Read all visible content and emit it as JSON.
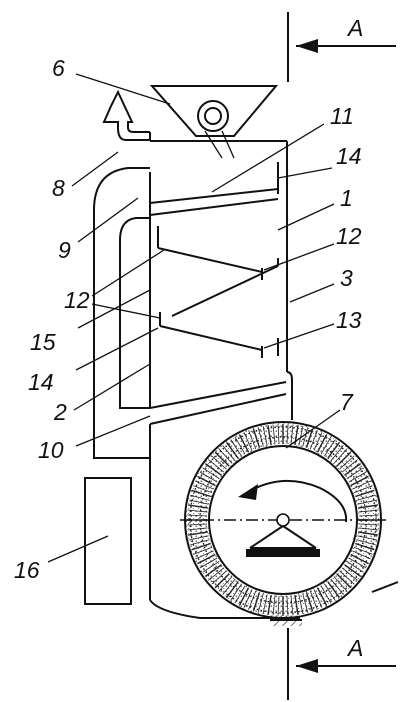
{
  "section_marks": {
    "top": "A",
    "bottom": "A"
  },
  "labels": {
    "l1": "1",
    "l2": "2",
    "l3": "3",
    "l6": "6",
    "l7": "7",
    "l8": "8",
    "l9": "9",
    "l10": "10",
    "l11": "11",
    "l12a": "12",
    "l12b": "12",
    "l13": "13",
    "l14a": "14",
    "l14b": "14",
    "l15": "15",
    "l16": "16"
  }
}
